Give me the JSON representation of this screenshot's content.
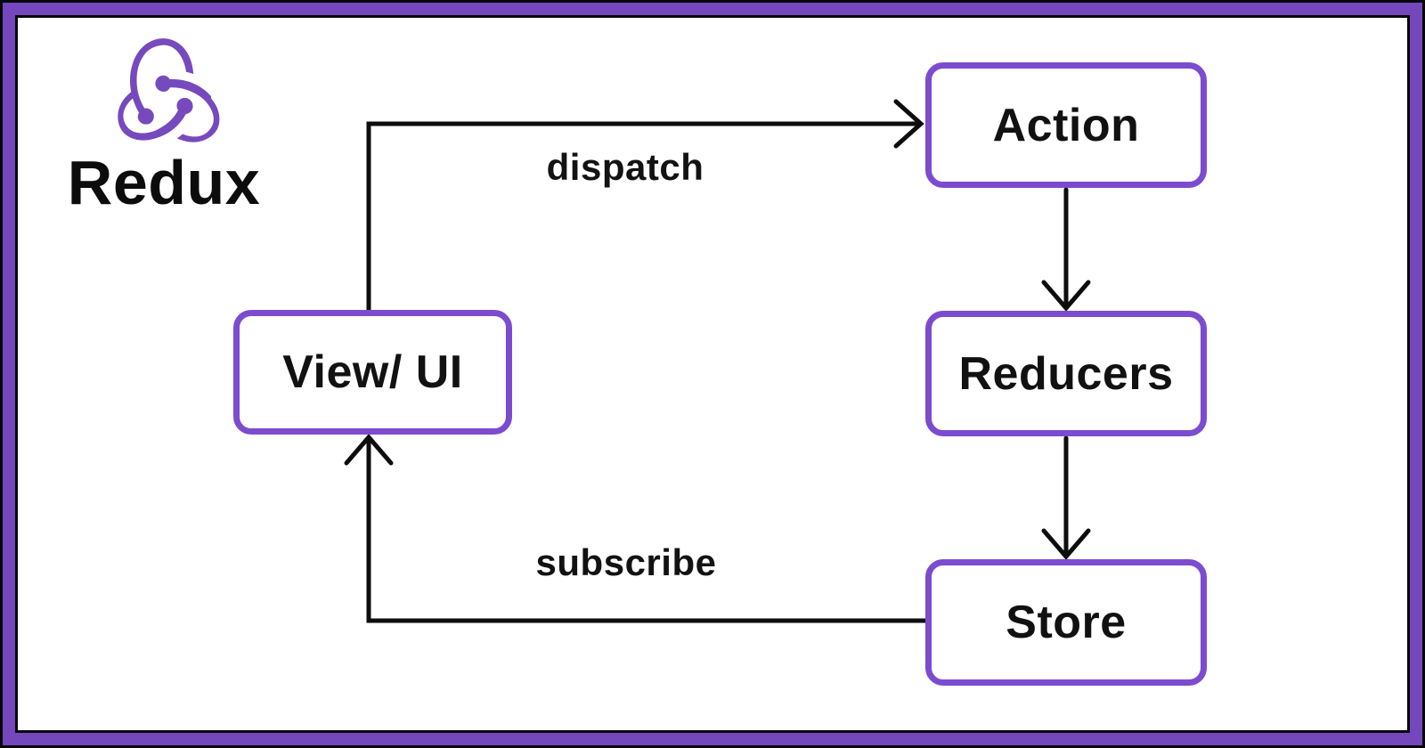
{
  "brand": {
    "name": "Redux",
    "logo_icon": "redux-logo-icon"
  },
  "diagram": {
    "nodes": [
      {
        "id": "action",
        "label": "Action"
      },
      {
        "id": "reducers",
        "label": "Reducers"
      },
      {
        "id": "store",
        "label": "Store"
      },
      {
        "id": "view_ui",
        "label": "View/ UI"
      }
    ],
    "edges": [
      {
        "from": "view_ui",
        "to": "action",
        "label": "dispatch"
      },
      {
        "from": "action",
        "to": "reducers",
        "label": ""
      },
      {
        "from": "reducers",
        "to": "store",
        "label": ""
      },
      {
        "from": "store",
        "to": "view_ui",
        "label": "subscribe"
      }
    ]
  },
  "colors": {
    "frame_purple": "#7447bc",
    "node_border_purple": "#7b4ccf",
    "logo_purple": "#764abc",
    "arrow_black": "#0d0d0d",
    "background": "#ffffff"
  }
}
